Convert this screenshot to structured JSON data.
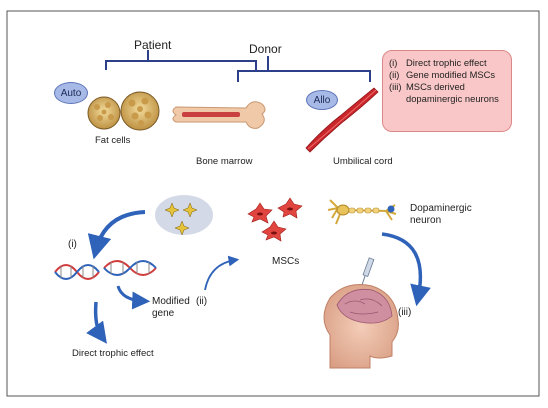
{
  "header": {
    "patient": "Patient",
    "donor": "Donor"
  },
  "sources": {
    "auto_badge": "Auto",
    "allo_badge": "Allo",
    "fat_cells": "Fat cells",
    "bone_marrow": "Bone marrow",
    "umbilical_cord": "Umbilical cord"
  },
  "legend": {
    "items": [
      {
        "num": "(i)",
        "text": "Direct trophic effect"
      },
      {
        "num": "(ii)",
        "text": "Gene modified MSCs"
      },
      {
        "num": "(iii)",
        "text": "MSCs derived dopaminergic neurons"
      }
    ]
  },
  "pathway": {
    "step_i": "(i)",
    "step_ii": "(ii)",
    "step_iii": "(iii)",
    "modified_gene": "Modified gene",
    "direct_trophic": "Direct trophic effect",
    "mscs": "MSCs",
    "dopaminergic_neuron": "Dopaminergic neuron"
  },
  "colors": {
    "arrow_blue": "#2f62b9",
    "badge_fill": "#a7b9e6",
    "info_box_fill": "#f9c7c7",
    "msc_red": "#e0453f",
    "fat_tan": "#d9b46a",
    "cord_red": "#c9262b",
    "neuron_gold": "#e8c25a"
  },
  "icons": [
    "auto-badge",
    "allo-badge",
    "fat-cell-icon",
    "bone-icon",
    "umbilical-cord-icon",
    "sparkle-icon",
    "dna-icon",
    "msc-cell-icon",
    "neuron-icon",
    "head-brain-icon",
    "syringe-icon"
  ]
}
